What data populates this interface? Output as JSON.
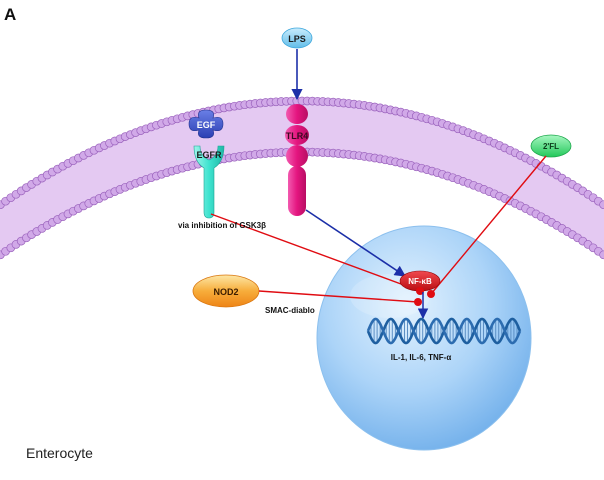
{
  "panel_label": "A",
  "cell_label": "Enterocyte",
  "molecules": {
    "lps": "LPS",
    "tlr4": "TLR4",
    "egf": "EGF",
    "egfr": "EGFR",
    "two_fl": "2'FL",
    "nod2": "NOD2",
    "nfkb": "NF-κB"
  },
  "annotations": {
    "gsk3b": "via inhibition of GSK3β",
    "smac": "SMAC-diablo",
    "cytokines": "IL-1, IL-6, TNF-α"
  },
  "colors": {
    "membrane_fill": "#d7b3ea",
    "membrane_stroke": "#a673c4",
    "nucleus_light": "#d5eafc",
    "nucleus_dark": "#7fb8f0",
    "activation_arrow": "#1c2fa8",
    "inhibition_line": "#e00c12",
    "tlr4": "#e4157f",
    "egfr": "#3ee3cf",
    "egf": "#3d55cc",
    "lps": "#8fd3f5",
    "two_fl": "#3fe272",
    "nod2": "#f59a2a",
    "nfkb": "#d71318",
    "dna": "#1e5fa0"
  }
}
